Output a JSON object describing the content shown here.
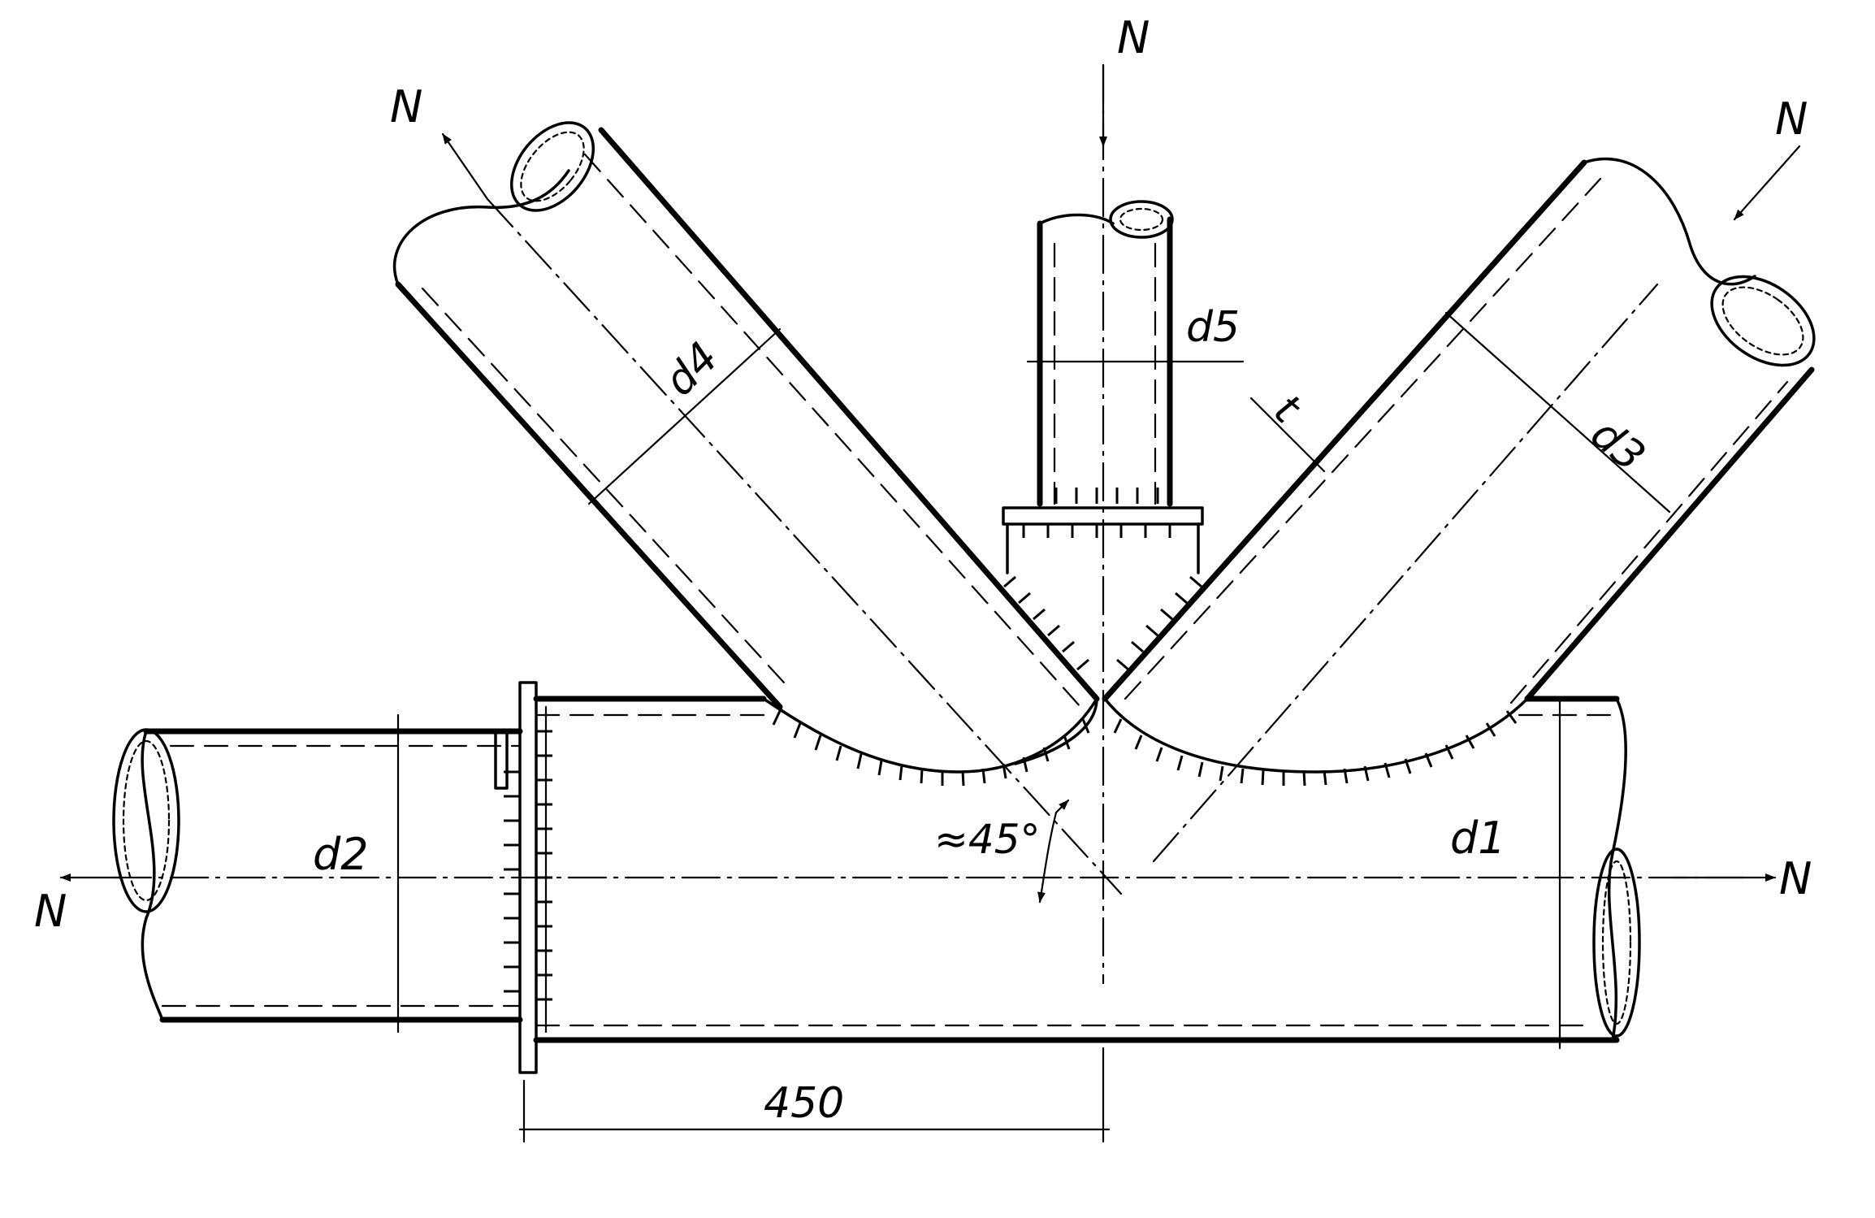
{
  "labels": {
    "force_top": "N",
    "force_upper_left": "N",
    "force_upper_right": "N",
    "force_left": "N",
    "force_right": "N",
    "d1": "d1",
    "d2": "d2",
    "d3": "d3",
    "d4": "d4",
    "d5": "d5",
    "t": "t",
    "angle": "≈45°",
    "length": "450"
  },
  "colors": {
    "ink": "#000000",
    "paper": "#ffffff"
  }
}
